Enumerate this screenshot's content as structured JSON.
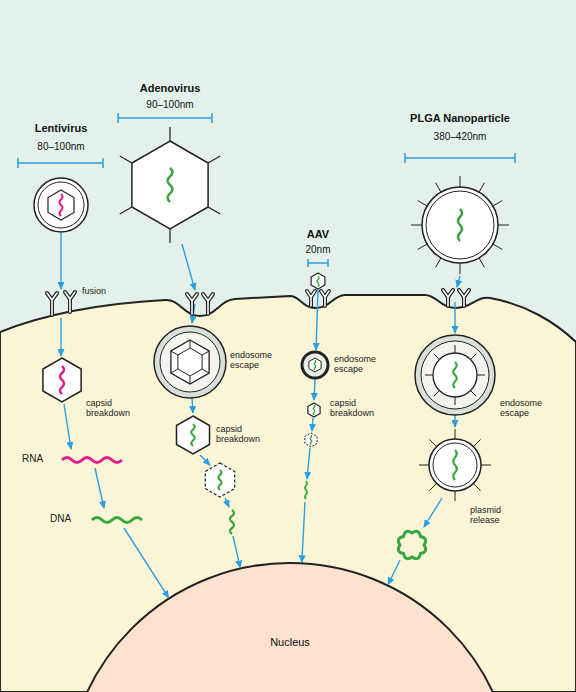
{
  "diagram": {
    "nodes": [
      {
        "text": [
          "Lentivirus",
          "80–100nm"
        ]
      },
      {
        "text": [
          "Adenovirus",
          "90–100nm"
        ]
      },
      {
        "text": [
          "AAV",
          "20nm"
        ]
      },
      {
        "text": [
          "PLGA Nanoparticle",
          "380–420nm"
        ]
      },
      {
        "text": [
          "Nucleus"
        ]
      }
    ],
    "edges": [
      {
        "from": 0,
        "to": 4,
        "arrow": "to"
      },
      {
        "from": 1,
        "to": 4,
        "arrow": "to"
      },
      {
        "from": 2,
        "to": 4,
        "arrow": "to"
      },
      {
        "from": 3,
        "to": 4,
        "arrow": "to"
      }
    ],
    "labels": [
      "fusion",
      "capsid breakdown",
      "RNA",
      "DNA",
      "endosome escape",
      "capsid breakdown",
      "endosome escape",
      "capsid breakdown",
      "endosome escape",
      "plasmid release"
    ]
  }
}
